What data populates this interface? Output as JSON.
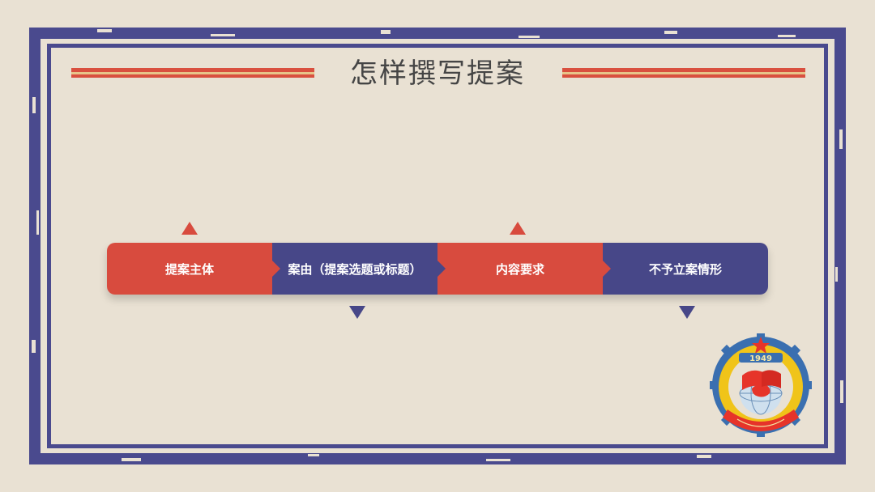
{
  "slide": {
    "title": "怎样撰写提案"
  },
  "steps": [
    {
      "label": "提案主体",
      "color": "red",
      "marker": "up"
    },
    {
      "label": "案由（提案选题或标题）",
      "color": "blue",
      "marker": "down"
    },
    {
      "label": "内容要求",
      "color": "red",
      "marker": "up"
    },
    {
      "label": "不予立案情形",
      "color": "blue",
      "marker": "down"
    }
  ],
  "emblem": {
    "year": "1949"
  },
  "colors": {
    "background": "#e9e1d3",
    "frame_blue": "#4a4a8e",
    "accent_red": "#d84b3e",
    "accent_blue": "#474788",
    "title_text": "#454545"
  }
}
